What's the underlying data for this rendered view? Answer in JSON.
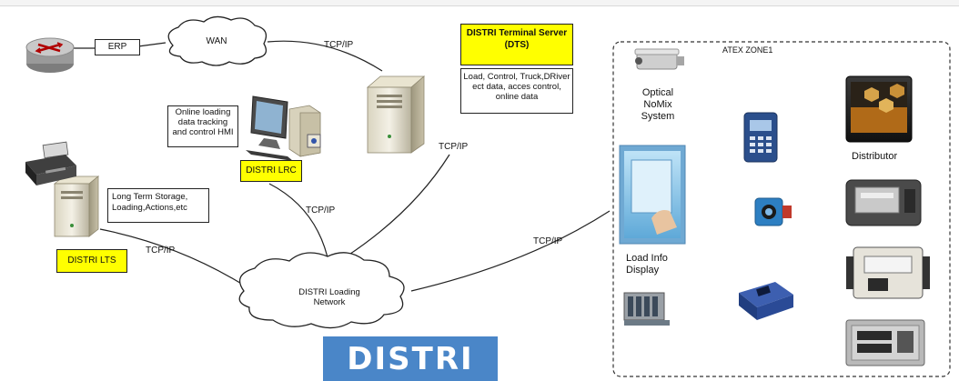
{
  "labels": {
    "erp": "ERP",
    "wan": "WAN",
    "tcpip": "TCP/IP",
    "dts_title": "DISTRI Terminal Server (DTS)",
    "dts_desc": "Load, Control, Truck,DRiver ect data, acces control, online data",
    "hmi_desc": "Online loading data tracking and control HMI",
    "lrc": "DISTRI LRC",
    "lts_desc": "Long Term Storage, Loading,Actions,etc",
    "lts": "DISTRI LTS",
    "network": "DISTRI Loading Network",
    "atex": "ATEX ZONE1",
    "nomix": "Optical NoMix System",
    "distributor": "Distributor",
    "load_info": "Load Info Display",
    "logo": "DISTRI"
  },
  "colors": {
    "highlight": "#ffff00",
    "logo_bg": "#4a86c8",
    "zone_border": "#333333"
  }
}
